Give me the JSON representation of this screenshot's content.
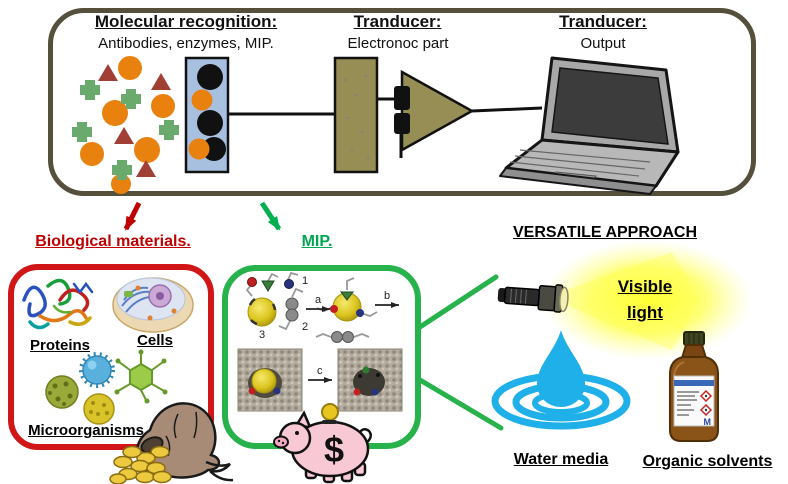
{
  "sensor": {
    "recognition": {
      "title": "Molecular recognition:",
      "subtitle": "Antibodies, enzymes, MIP."
    },
    "electronic": {
      "title": "Tranducer:",
      "subtitle": "Electronoc part"
    },
    "output": {
      "title": "Tranducer:",
      "subtitle": "Output"
    }
  },
  "branches": {
    "biological_label": "Biological materials.",
    "mip_label": "MIP."
  },
  "bio_box": {
    "proteins": "Proteins",
    "cells": "Cells",
    "microorganisms": "Microorganisms"
  },
  "mip_box": {
    "labels": {
      "n1": "1",
      "n2": "2",
      "n3": "3",
      "a": "a",
      "b": "b",
      "c": "c"
    },
    "dollar": "$"
  },
  "right": {
    "title": "VERSATILE APPROACH",
    "visible1": "Visible",
    "visible2": "light",
    "water": "Water media",
    "solvents": "Organic solvents",
    "bottle_logo": "M"
  },
  "colors": {
    "sensor_border": "#55503c",
    "olive_fill": "#968e55",
    "blue_panel": "#a8c0e0",
    "analyte_orange": "#e8810e",
    "analyte_dark_red": "#a23f35",
    "analyte_green": "#6aab6d",
    "accent_red": "#c00000",
    "accent_green": "#00b050",
    "bio_box_border": "#d01616",
    "mip_box_border": "#27b24b",
    "water_blue": "#1fb0ea",
    "glow_yellow": "#ffff55",
    "pig_pink": "#f8c8d4",
    "coin_gold": "#e9c51f"
  }
}
